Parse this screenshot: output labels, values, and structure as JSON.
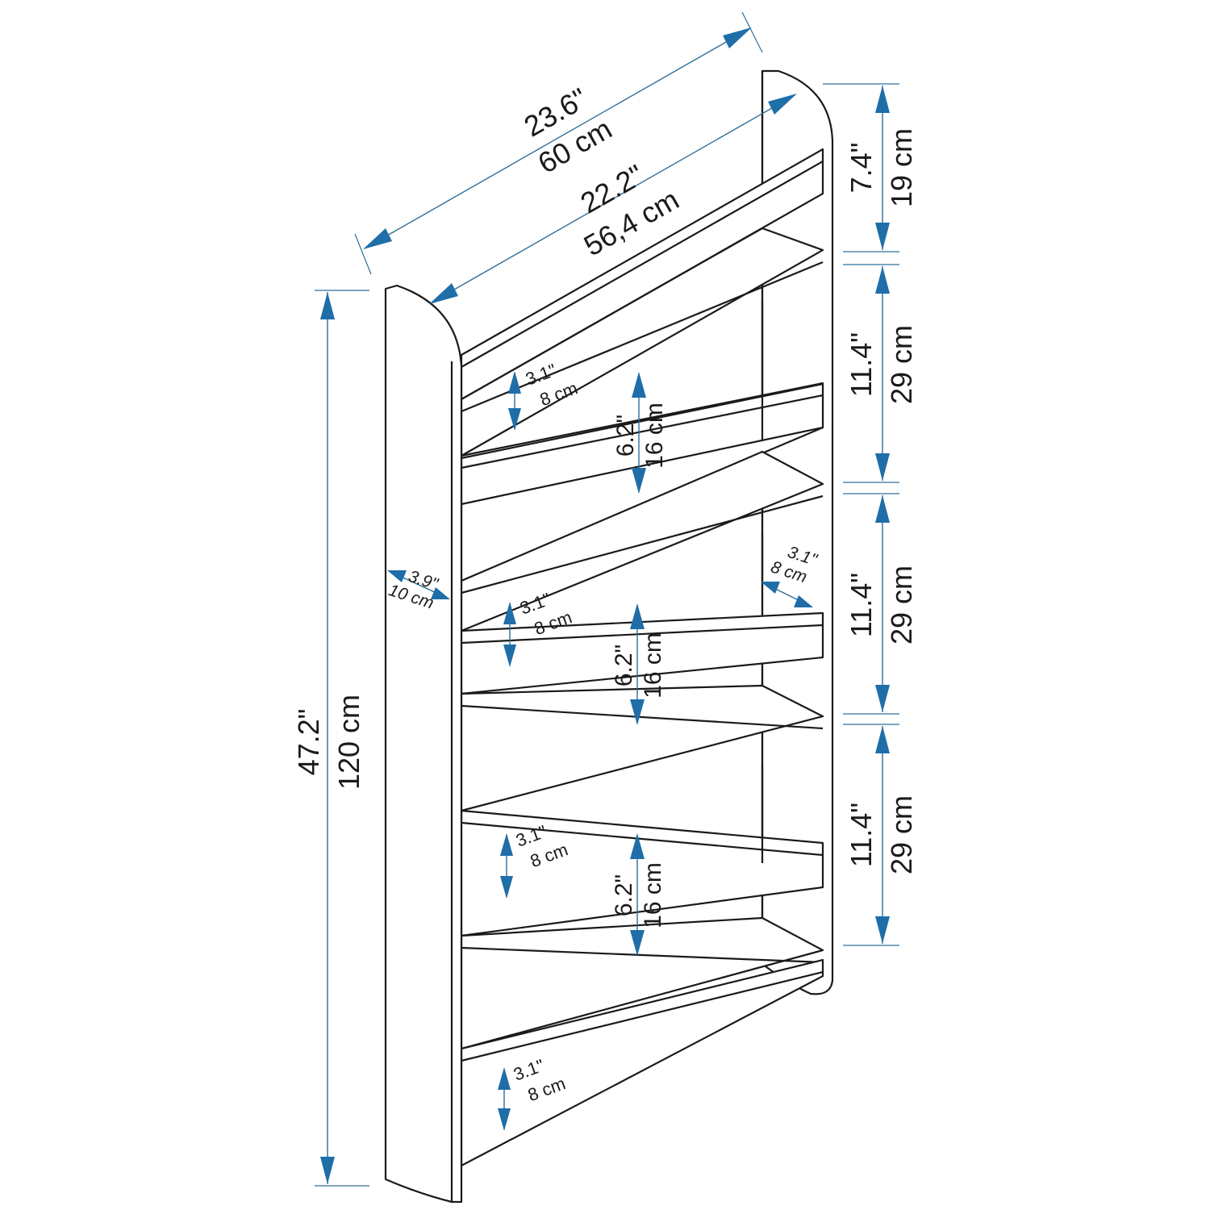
{
  "colors": {
    "line": "#1a1a1a",
    "dimension": "#2f6f99",
    "arrow": "#1f6ea8",
    "background": "#ffffff"
  },
  "dimensions": {
    "overall_width": {
      "inch": "23.6\"",
      "cm": "60 cm"
    },
    "inner_width": {
      "inch": "22.2\"",
      "cm": "56,4 cm"
    },
    "total_height": {
      "inch": "47.2\"",
      "cm": "120 cm"
    },
    "top_section": {
      "inch": "7.4\"",
      "cm": "19 cm"
    },
    "section_2": {
      "inch": "11.4\"",
      "cm": "29 cm"
    },
    "section_3": {
      "inch": "11.4\"",
      "cm": "29 cm"
    },
    "section_4": {
      "inch": "11.4\"",
      "cm": "29 cm"
    },
    "side_depth": {
      "inch": "3.9\"",
      "cm": "10 cm"
    },
    "shelf_depth": {
      "inch": "3.1\"",
      "cm": "8 cm"
    },
    "rail_height_1": {
      "inch": "3.1\"",
      "cm": "8 cm"
    },
    "rail_height_2": {
      "inch": "3.1\"",
      "cm": "8 cm"
    },
    "rail_height_3": {
      "inch": "3.1\"",
      "cm": "8 cm"
    },
    "rail_height_4": {
      "inch": "3.1\"",
      "cm": "8 cm"
    },
    "gap_1": {
      "inch": "6.2\"",
      "cm": "16 cm"
    },
    "gap_2": {
      "inch": "6.2\"",
      "cm": "16 cm"
    },
    "gap_3": {
      "inch": "6.2\"",
      "cm": "16 cm"
    }
  }
}
